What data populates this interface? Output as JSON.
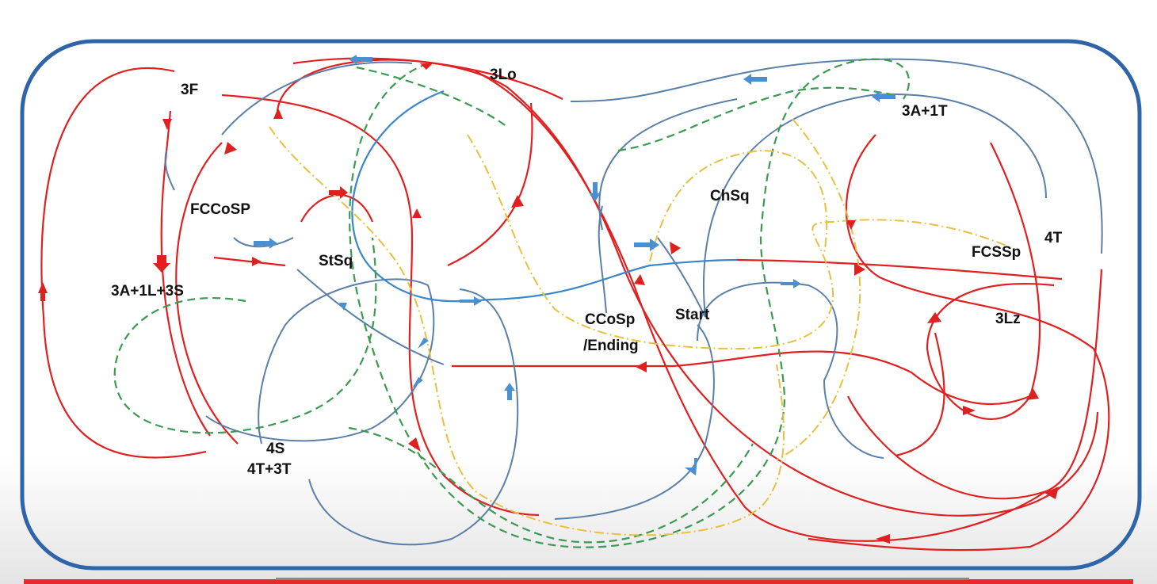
{
  "diagram": {
    "labels": {
      "l3F": "3F",
      "l3Lo": "3Lο",
      "l3A1T": "3A+1T",
      "fccosp": "FCCoSP",
      "stsq": "StSq",
      "l3A1L3S": "3A+1L+3S",
      "l4S": "4S",
      "l4T3T": "4T+3T",
      "chsq": "ChSq",
      "fcssp": "FCSSp",
      "l4T": "4T",
      "l3Lz": "3Lz",
      "ccosp": "CCoSp",
      "ending": "/Ending",
      "start": "Start"
    },
    "colors": {
      "rink": "#2e64a8",
      "jump_path": "#e02020",
      "step_path": "#5a7fa8",
      "spin_path": "#3a9a50",
      "chsq_path": "#e8c040",
      "progress": "#e52a2a"
    },
    "video_progress": 1.0
  }
}
